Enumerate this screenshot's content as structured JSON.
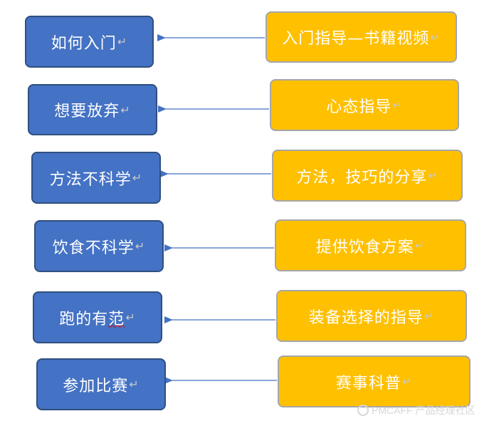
{
  "rows": [
    {
      "problem": "如何入门",
      "solution": "入门指导—书籍视频"
    },
    {
      "problem": "想要放弃",
      "solution": "心态指导"
    },
    {
      "problem": "方法不科学",
      "solution": "方法，技巧的分享"
    },
    {
      "problem": "饮食不科学",
      "solution": "提供饮食方案"
    },
    {
      "problem_a": "跑的有",
      "problem_b": "范",
      "solution": "装备选择的指导"
    },
    {
      "problem": "参加比赛",
      "solution": "赛事科普"
    }
  ],
  "return_mark": "↵",
  "watermark": "PMCAFF 产品经理社区"
}
